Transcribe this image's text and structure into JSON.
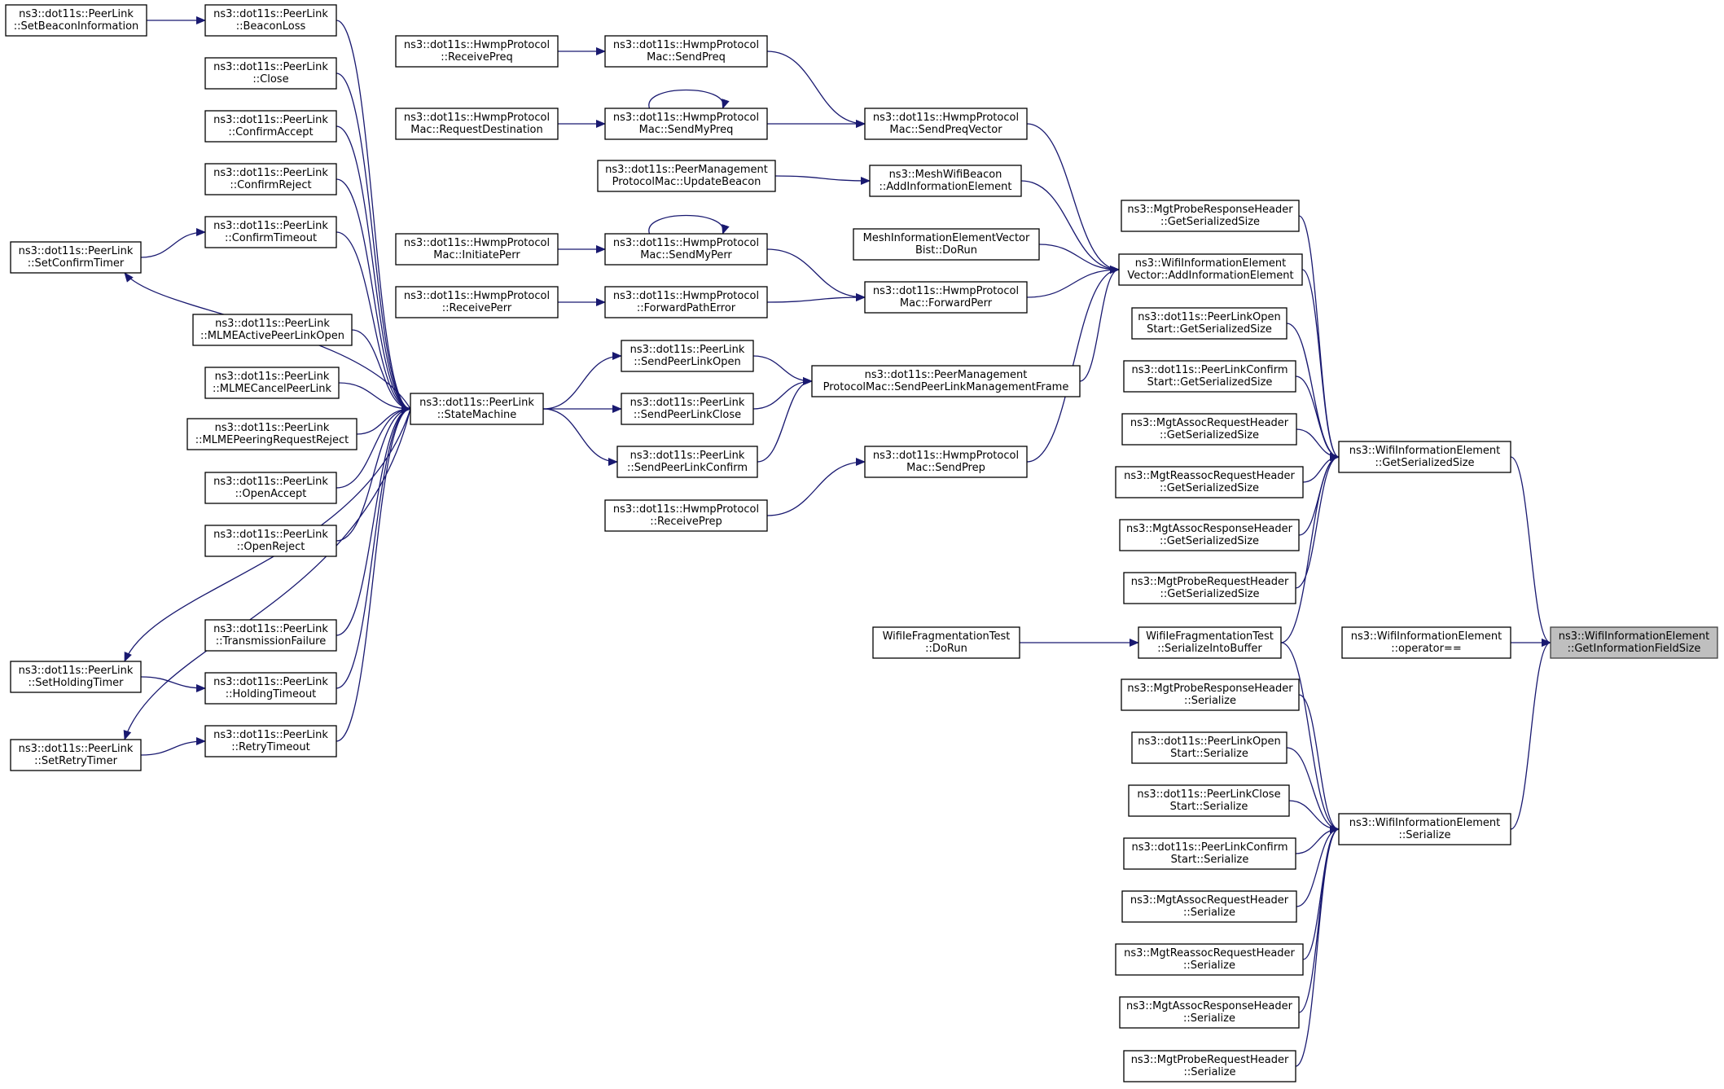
{
  "colors": {
    "edge": "#191970",
    "node_border": "#000000",
    "highlight_fill": "#bfbfbf",
    "background": "#ffffff"
  },
  "nodes": [
    {
      "id": "set_beacon_info",
      "lines": [
        "ns3::dot11s::PeerLink",
        "::SetBeaconInformation"
      ]
    },
    {
      "id": "beacon_loss",
      "lines": [
        "ns3::dot11s::PeerLink",
        "::BeaconLoss"
      ]
    },
    {
      "id": "close",
      "lines": [
        "ns3::dot11s::PeerLink",
        "::Close"
      ]
    },
    {
      "id": "confirm_accept",
      "lines": [
        "ns3::dot11s::PeerLink",
        "::ConfirmAccept"
      ]
    },
    {
      "id": "confirm_reject",
      "lines": [
        "ns3::dot11s::PeerLink",
        "::ConfirmReject"
      ]
    },
    {
      "id": "confirm_timeout",
      "lines": [
        "ns3::dot11s::PeerLink",
        "::ConfirmTimeout"
      ]
    },
    {
      "id": "set_confirm_timer",
      "lines": [
        "ns3::dot11s::PeerLink",
        "::SetConfirmTimer"
      ]
    },
    {
      "id": "mlme_active",
      "lines": [
        "ns3::dot11s::PeerLink",
        "::MLMEActivePeerLinkOpen"
      ]
    },
    {
      "id": "mlme_cancel",
      "lines": [
        "ns3::dot11s::PeerLink",
        "::MLMECancelPeerLink"
      ]
    },
    {
      "id": "mlme_peering",
      "lines": [
        "ns3::dot11s::PeerLink",
        "::MLMEPeeringRequestReject"
      ]
    },
    {
      "id": "open_accept",
      "lines": [
        "ns3::dot11s::PeerLink",
        "::OpenAccept"
      ]
    },
    {
      "id": "open_reject",
      "lines": [
        "ns3::dot11s::PeerLink",
        "::OpenReject"
      ]
    },
    {
      "id": "transmission_failure",
      "lines": [
        "ns3::dot11s::PeerLink",
        "::TransmissionFailure"
      ]
    },
    {
      "id": "set_holding_timer",
      "lines": [
        "ns3::dot11s::PeerLink",
        "::SetHoldingTimer"
      ]
    },
    {
      "id": "holding_timeout",
      "lines": [
        "ns3::dot11s::PeerLink",
        "::HoldingTimeout"
      ]
    },
    {
      "id": "set_retry_timer",
      "lines": [
        "ns3::dot11s::PeerLink",
        "::SetRetryTimer"
      ]
    },
    {
      "id": "retry_timeout",
      "lines": [
        "ns3::dot11s::PeerLink",
        "::RetryTimeout"
      ]
    },
    {
      "id": "state_machine",
      "lines": [
        "ns3::dot11s::PeerLink",
        "::StateMachine"
      ]
    },
    {
      "id": "receive_preq",
      "lines": [
        "ns3::dot11s::HwmpProtocol",
        "::ReceivePreq"
      ]
    },
    {
      "id": "request_destination",
      "lines": [
        "ns3::dot11s::HwmpProtocol",
        "Mac::RequestDestination"
      ]
    },
    {
      "id": "update_beacon",
      "lines": [
        "ns3::dot11s::PeerManagement",
        "ProtocolMac::UpdateBeacon"
      ]
    },
    {
      "id": "initiate_perr",
      "lines": [
        "ns3::dot11s::HwmpProtocol",
        "Mac::InitiatePerr"
      ]
    },
    {
      "id": "receive_perr",
      "lines": [
        "ns3::dot11s::HwmpProtocol",
        "::ReceivePerr"
      ]
    },
    {
      "id": "send_preq",
      "lines": [
        "ns3::dot11s::HwmpProtocol",
        "Mac::SendPreq"
      ]
    },
    {
      "id": "send_my_preq",
      "lines": [
        "ns3::dot11s::HwmpProtocol",
        "Mac::SendMyPreq"
      ]
    },
    {
      "id": "send_my_perr",
      "lines": [
        "ns3::dot11s::HwmpProtocol",
        "Mac::SendMyPerr"
      ]
    },
    {
      "id": "forward_path_error",
      "lines": [
        "ns3::dot11s::HwmpProtocol",
        "::ForwardPathError"
      ]
    },
    {
      "id": "send_peer_link_open",
      "lines": [
        "ns3::dot11s::PeerLink",
        "::SendPeerLinkOpen"
      ]
    },
    {
      "id": "send_peer_link_close",
      "lines": [
        "ns3::dot11s::PeerLink",
        "::SendPeerLinkClose"
      ]
    },
    {
      "id": "send_peer_link_confirm",
      "lines": [
        "ns3::dot11s::PeerLink",
        "::SendPeerLinkConfirm"
      ]
    },
    {
      "id": "receive_prep",
      "lines": [
        "ns3::dot11s::HwmpProtocol",
        "::ReceivePrep"
      ]
    },
    {
      "id": "send_preq_vector",
      "lines": [
        "ns3::dot11s::HwmpProtocol",
        "Mac::SendPreqVector"
      ]
    },
    {
      "id": "add_info_element_mesh",
      "lines": [
        "ns3::MeshWifiBeacon",
        "::AddInformationElement"
      ]
    },
    {
      "id": "mesh_ie_vector_dorun",
      "lines": [
        "MeshInformationElementVector",
        "Bist::DoRun"
      ]
    },
    {
      "id": "forward_perr",
      "lines": [
        "ns3::dot11s::HwmpProtocol",
        "Mac::ForwardPerr"
      ]
    },
    {
      "id": "send_plm_frame",
      "lines": [
        "ns3::dot11s::PeerManagement",
        "ProtocolMac::SendPeerLinkManagementFrame"
      ]
    },
    {
      "id": "send_prep",
      "lines": [
        "ns3::dot11s::HwmpProtocol",
        "Mac::SendPrep"
      ]
    },
    {
      "id": "frag_test_dorun",
      "lines": [
        "WifiIeFragmentationTest",
        "::DoRun"
      ]
    },
    {
      "id": "probe_resp_size",
      "lines": [
        "ns3::MgtProbeResponseHeader",
        "::GetSerializedSize"
      ]
    },
    {
      "id": "wie_vector_add",
      "lines": [
        "ns3::WifiInformationElement",
        "Vector::AddInformationElement"
      ]
    },
    {
      "id": "plo_size",
      "lines": [
        "ns3::dot11s::PeerLinkOpen",
        "Start::GetSerializedSize"
      ]
    },
    {
      "id": "plc_size",
      "lines": [
        "ns3::dot11s::PeerLinkConfirm",
        "Start::GetSerializedSize"
      ]
    },
    {
      "id": "assoc_req_size",
      "lines": [
        "ns3::MgtAssocRequestHeader",
        "::GetSerializedSize"
      ]
    },
    {
      "id": "reassoc_req_size",
      "lines": [
        "ns3::MgtReassocRequestHeader",
        "::GetSerializedSize"
      ]
    },
    {
      "id": "assoc_resp_size",
      "lines": [
        "ns3::MgtAssocResponseHeader",
        "::GetSerializedSize"
      ]
    },
    {
      "id": "probe_req_size",
      "lines": [
        "ns3::MgtProbeRequestHeader",
        "::GetSerializedSize"
      ]
    },
    {
      "id": "serialize_into_buffer",
      "lines": [
        "WifiIeFragmentationTest",
        "::SerializeIntoBuffer"
      ]
    },
    {
      "id": "probe_resp_ser",
      "lines": [
        "ns3::MgtProbeResponseHeader",
        "::Serialize"
      ]
    },
    {
      "id": "plo_ser",
      "lines": [
        "ns3::dot11s::PeerLinkOpen",
        "Start::Serialize"
      ]
    },
    {
      "id": "plclose_ser",
      "lines": [
        "ns3::dot11s::PeerLinkClose",
        "Start::Serialize"
      ]
    },
    {
      "id": "plc_ser",
      "lines": [
        "ns3::dot11s::PeerLinkConfirm",
        "Start::Serialize"
      ]
    },
    {
      "id": "assoc_req_ser",
      "lines": [
        "ns3::MgtAssocRequestHeader",
        "::Serialize"
      ]
    },
    {
      "id": "reassoc_req_ser",
      "lines": [
        "ns3::MgtReassocRequestHeader",
        "::Serialize"
      ]
    },
    {
      "id": "assoc_resp_ser",
      "lines": [
        "ns3::MgtAssocResponseHeader",
        "::Serialize"
      ]
    },
    {
      "id": "probe_req_ser",
      "lines": [
        "ns3::MgtProbeRequestHeader",
        "::Serialize"
      ]
    },
    {
      "id": "wie_get_serialized_size",
      "lines": [
        "ns3::WifiInformationElement",
        "::GetSerializedSize"
      ]
    },
    {
      "id": "wie_operator_eq",
      "lines": [
        "ns3::WifiInformationElement",
        "::operator=="
      ]
    },
    {
      "id": "wie_serialize",
      "lines": [
        "ns3::WifiInformationElement",
        "::Serialize"
      ]
    },
    {
      "id": "wie_get_info_field_size",
      "lines": [
        "ns3::WifiInformationElement",
        "::GetInformationFieldSize"
      ],
      "highlight": true
    }
  ],
  "edges": [
    [
      "set_beacon_info",
      "beacon_loss"
    ],
    [
      "beacon_loss",
      "state_machine"
    ],
    [
      "close",
      "state_machine"
    ],
    [
      "confirm_accept",
      "state_machine"
    ],
    [
      "confirm_reject",
      "state_machine"
    ],
    [
      "confirm_timeout",
      "state_machine"
    ],
    [
      "set_confirm_timer",
      "confirm_timeout"
    ],
    [
      "state_machine",
      "set_confirm_timer"
    ],
    [
      "mlme_active",
      "state_machine"
    ],
    [
      "mlme_cancel",
      "state_machine"
    ],
    [
      "mlme_peering",
      "state_machine"
    ],
    [
      "open_accept",
      "state_machine"
    ],
    [
      "open_reject",
      "state_machine"
    ],
    [
      "state_machine",
      "set_holding_timer"
    ],
    [
      "transmission_failure",
      "state_machine"
    ],
    [
      "set_holding_timer",
      "holding_timeout"
    ],
    [
      "holding_timeout",
      "state_machine"
    ],
    [
      "set_retry_timer",
      "retry_timeout"
    ],
    [
      "retry_timeout",
      "state_machine"
    ],
    [
      "state_machine",
      "set_retry_timer"
    ],
    [
      "state_machine",
      "send_peer_link_open"
    ],
    [
      "state_machine",
      "send_peer_link_close"
    ],
    [
      "state_machine",
      "send_peer_link_confirm"
    ],
    [
      "receive_preq",
      "send_preq"
    ],
    [
      "request_destination",
      "send_my_preq"
    ],
    [
      "send_my_preq",
      "send_my_preq"
    ],
    [
      "update_beacon",
      "add_info_element_mesh"
    ],
    [
      "initiate_perr",
      "send_my_perr"
    ],
    [
      "send_my_perr",
      "send_my_perr"
    ],
    [
      "receive_perr",
      "forward_path_error"
    ],
    [
      "send_preq",
      "send_preq_vector"
    ],
    [
      "send_my_preq",
      "send_preq_vector"
    ],
    [
      "send_my_perr",
      "forward_perr"
    ],
    [
      "forward_path_error",
      "forward_perr"
    ],
    [
      "send_peer_link_open",
      "send_plm_frame"
    ],
    [
      "send_peer_link_close",
      "send_plm_frame"
    ],
    [
      "send_peer_link_confirm",
      "send_plm_frame"
    ],
    [
      "receive_prep",
      "send_prep"
    ],
    [
      "send_preq_vector",
      "wie_vector_add"
    ],
    [
      "add_info_element_mesh",
      "wie_vector_add"
    ],
    [
      "mesh_ie_vector_dorun",
      "wie_vector_add"
    ],
    [
      "forward_perr",
      "wie_vector_add"
    ],
    [
      "send_plm_frame",
      "wie_vector_add"
    ],
    [
      "send_prep",
      "wie_vector_add"
    ],
    [
      "frag_test_dorun",
      "serialize_into_buffer"
    ],
    [
      "probe_resp_size",
      "wie_get_serialized_size"
    ],
    [
      "wie_vector_add",
      "wie_get_serialized_size"
    ],
    [
      "plo_size",
      "wie_get_serialized_size"
    ],
    [
      "plc_size",
      "wie_get_serialized_size"
    ],
    [
      "assoc_req_size",
      "wie_get_serialized_size"
    ],
    [
      "reassoc_req_size",
      "wie_get_serialized_size"
    ],
    [
      "assoc_resp_size",
      "wie_get_serialized_size"
    ],
    [
      "probe_req_size",
      "wie_get_serialized_size"
    ],
    [
      "serialize_into_buffer",
      "wie_get_serialized_size"
    ],
    [
      "serialize_into_buffer",
      "wie_serialize"
    ],
    [
      "probe_resp_ser",
      "wie_serialize"
    ],
    [
      "plo_ser",
      "wie_serialize"
    ],
    [
      "plclose_ser",
      "wie_serialize"
    ],
    [
      "plc_ser",
      "wie_serialize"
    ],
    [
      "assoc_req_ser",
      "wie_serialize"
    ],
    [
      "reassoc_req_ser",
      "wie_serialize"
    ],
    [
      "assoc_resp_ser",
      "wie_serialize"
    ],
    [
      "probe_req_ser",
      "wie_serialize"
    ],
    [
      "wie_get_serialized_size",
      "wie_get_info_field_size"
    ],
    [
      "wie_operator_eq",
      "wie_get_info_field_size"
    ],
    [
      "wie_serialize",
      "wie_get_info_field_size"
    ]
  ]
}
